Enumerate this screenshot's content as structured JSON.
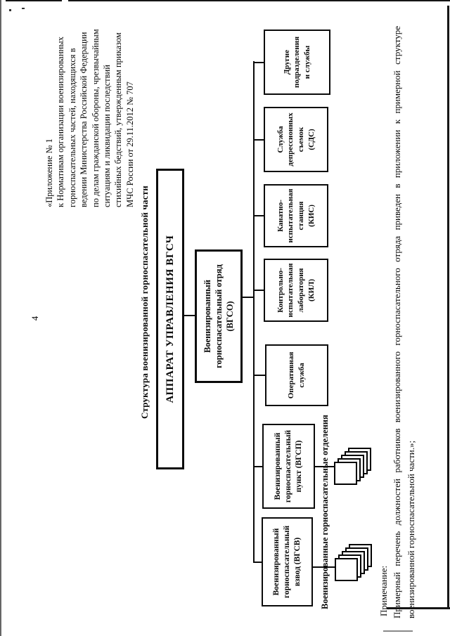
{
  "page": {
    "number": "4"
  },
  "header": {
    "lines": [
      "«Приложение № 1",
      "к Нормативам организации военизированных",
      "горноспасательных частей, находящихся в",
      "ведении Министерства Российской Федерации",
      "по делам гражданской обороны, чрезвычайным",
      "ситуациям и ликвидации последствий",
      "стихийных бедствий, утвержденным приказом",
      "МЧС России от 29.11.2012 № 707"
    ]
  },
  "title": "Структура военизированной горноспасательной части",
  "org_chart": {
    "root_label": "АППАРАТ УПРАВЛЕНИЯ ВГСЧ",
    "unit_label": "Военизированный\nгорноспасательный отряд\n(ВГСО)",
    "children": [
      {
        "label": "Военизированный\nгорноспасательный\nвзвод (ВГСВ)"
      },
      {
        "label": "Военизированный\nгорноспасательный\nпункт (ВГСП)"
      },
      {
        "label": "Оперативная\nслужба"
      },
      {
        "label": "Контрольно-\nиспытательная\nлаборатория\n(КИЛ)"
      },
      {
        "label": "Канатно-\nиспытательная\nстанция\n(КИС)"
      },
      {
        "label": "Служба\nдепрессионных\nсъемок\n(СДС)"
      },
      {
        "label": "Другие\nподразделения\nи службы"
      }
    ],
    "squads_label": "Военизированные горноспасательные отделения"
  },
  "note": {
    "heading": "Примечание:",
    "line1": "Примерный перечень должностей работников военизированного горноспасательного отряда приведен в приложении к примерной структуре",
    "line2": "военизированной горноспасательной части.»;"
  }
}
